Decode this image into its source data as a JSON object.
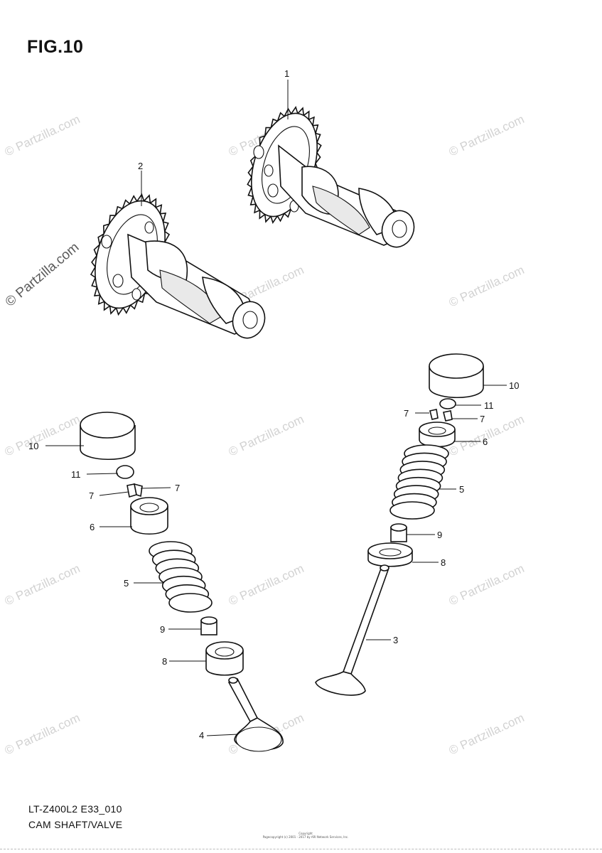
{
  "figure": {
    "title": "FIG.10"
  },
  "footer": {
    "model_code": "LT-Z400L2 E33_010",
    "section_name": "CAM SHAFT/VALVE",
    "copyright_label": "Copyright",
    "copyright_text": "Pagecopyright (c) 2001 - 2017 by ARI Network Services, Inc."
  },
  "watermark": {
    "text": "© Partzilla.com"
  },
  "callouts": {
    "c1": "1",
    "c2": "2",
    "c3": "3",
    "c4": "4",
    "c5a": "5",
    "c5b": "5",
    "c6a": "6",
    "c6b": "6",
    "c7a": "7",
    "c7b": "7",
    "c7c": "7",
    "c7d": "7",
    "c8a": "8",
    "c8b": "8",
    "c9a": "9",
    "c9b": "9",
    "c10a": "10",
    "c10b": "10",
    "c11a": "11",
    "c11b": "11"
  }
}
